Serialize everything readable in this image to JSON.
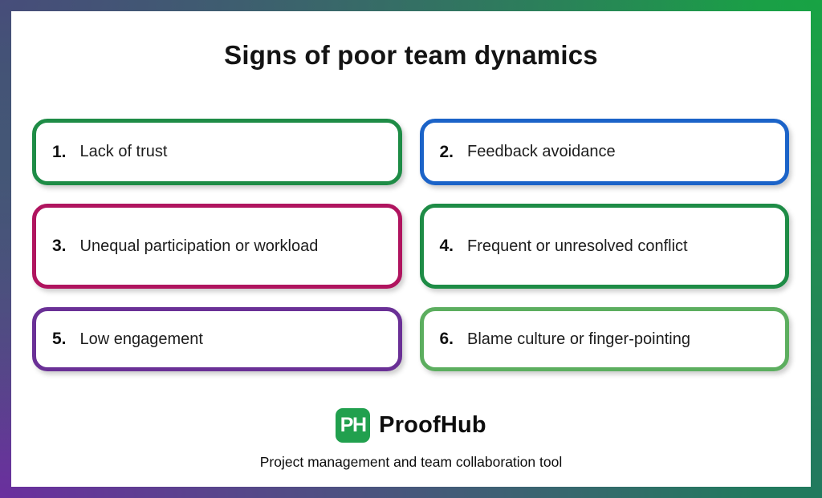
{
  "title": "Signs of poor team dynamics",
  "cards": [
    {
      "number": "1.",
      "label": "Lack of trust",
      "border_color": "#1e8c46"
    },
    {
      "number": "2.",
      "label": "Feedback avoidance",
      "border_color": "#1b63c8"
    },
    {
      "number": "3.",
      "label": "Unequal participation or workload",
      "border_color": "#b0145f"
    },
    {
      "number": "4.",
      "label": "Frequent or unresolved conflict",
      "border_color": "#1e8c46"
    },
    {
      "number": "5.",
      "label": "Low engagement",
      "border_color": "#6a3096"
    },
    {
      "number": "6.",
      "label": "Blame culture or finger-pointing",
      "border_color": "#5cae5f"
    }
  ],
  "footer": {
    "logo_icon_text": "PH",
    "logo_icon_color": "#21a04e",
    "brand_name": "ProofHub",
    "tagline": "Project management and team collaboration tool"
  },
  "frame": {
    "corner_colors": {
      "top_left": "#474d7a",
      "top_right": "#18a344",
      "bottom_left": "#6a2f9e",
      "bottom_right": "#217a5e"
    }
  }
}
